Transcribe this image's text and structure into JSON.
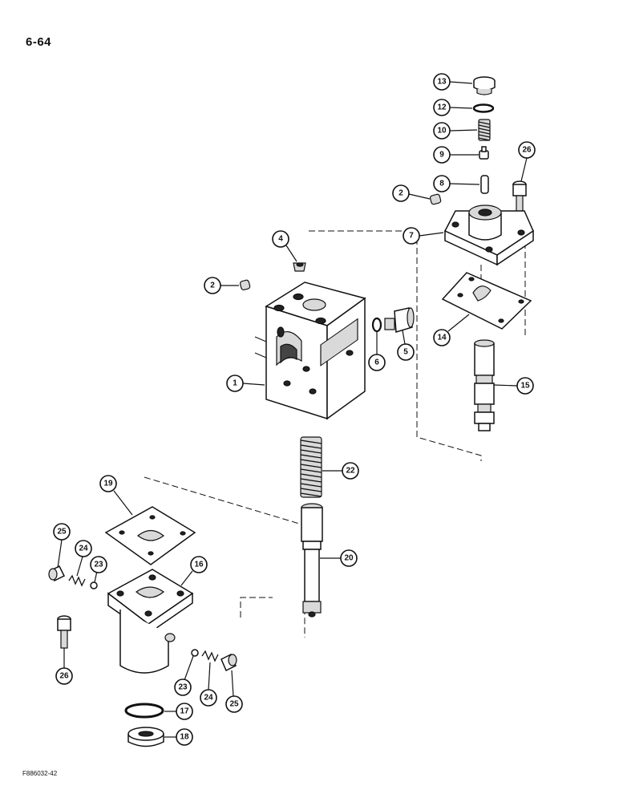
{
  "page": {
    "number": "6-64",
    "figure_code": "F886032-42"
  },
  "callouts": {
    "c1": "1",
    "c2a": "2",
    "c2b": "2",
    "c4": "4",
    "c5": "5",
    "c6": "6",
    "c7": "7",
    "c8": "8",
    "c9": "9",
    "c10": "10",
    "c12": "12",
    "c13": "13",
    "c14": "14",
    "c15": "15",
    "c16": "16",
    "c17": "17",
    "c18": "18",
    "c19": "19",
    "c20": "20",
    "c22": "22",
    "c23a": "23",
    "c23b": "23",
    "c24a": "24",
    "c24b": "24",
    "c25a": "25",
    "c25b": "25",
    "c26a": "26",
    "c26b": "26"
  }
}
